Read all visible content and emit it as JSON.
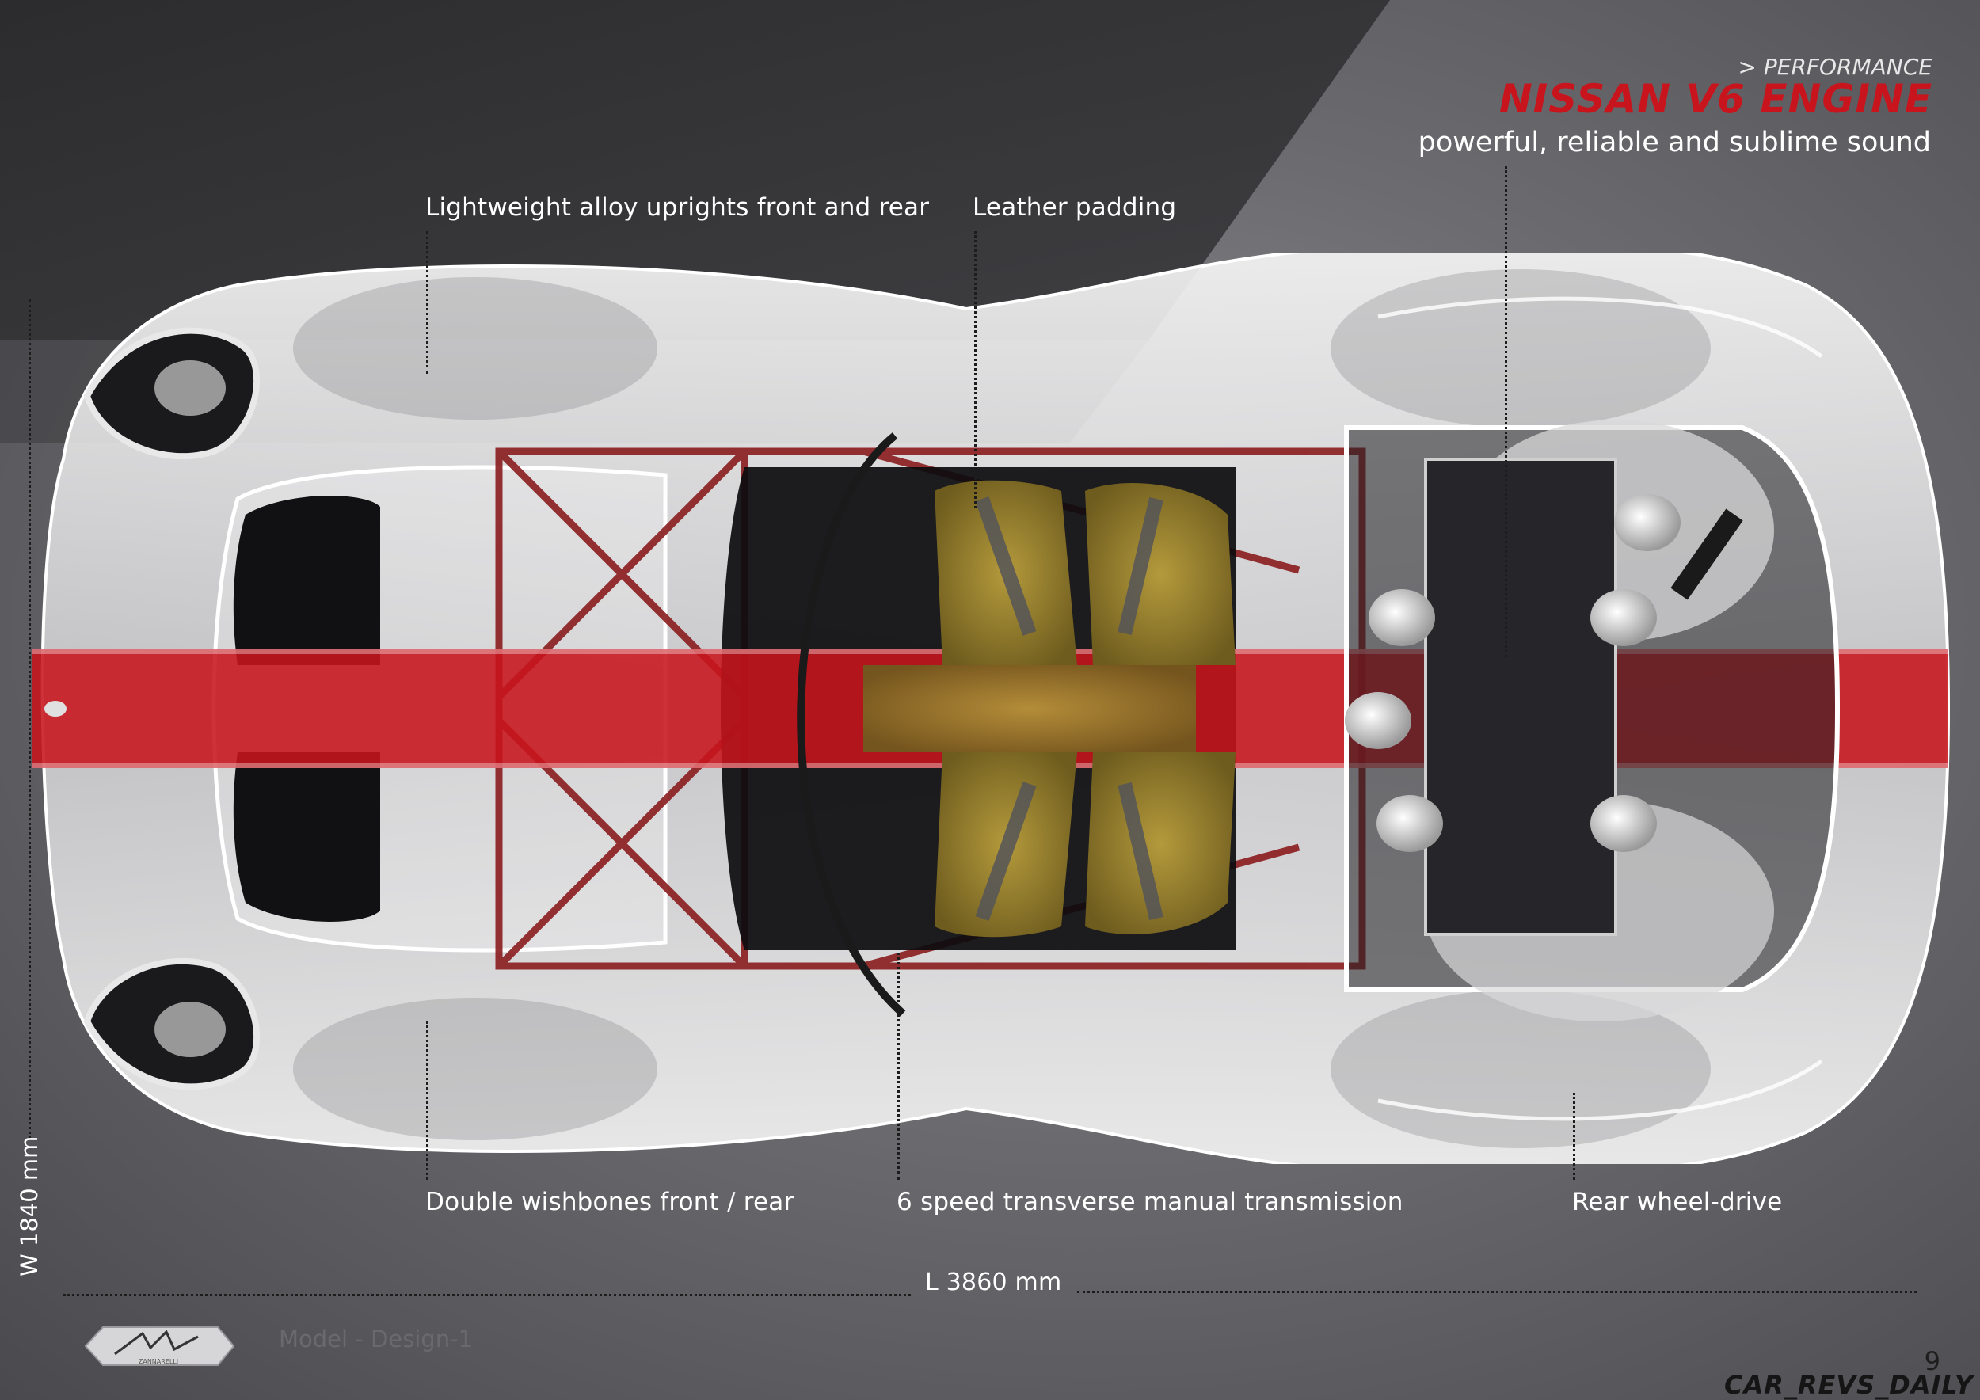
{
  "header": {
    "section_label": "> PERFORMANCE",
    "title": "NISSAN V6 ENGINE",
    "subtitle": "powerful, reliable and sublime sound"
  },
  "callouts": {
    "top_left": "Lightweight alloy uprights front and rear",
    "top_center": "Leather padding",
    "bottom_left": "Double wishbones   front / rear",
    "bottom_center": "6 speed transverse manual transmission",
    "bottom_right": "Rear wheel-drive"
  },
  "dimensions": {
    "width": "W 1840 mm",
    "length": "L 3860 mm"
  },
  "footer": {
    "brand": "ZANNARELLI",
    "model": "Model - Design-1",
    "page_number": "9",
    "watermark": "CAR_REVS_DAILY"
  },
  "colors": {
    "accent_red": "#c8151d",
    "body_white": "#f2f2f2",
    "seat_gold": "#9a8230",
    "frame_red": "#8a1c1e"
  }
}
